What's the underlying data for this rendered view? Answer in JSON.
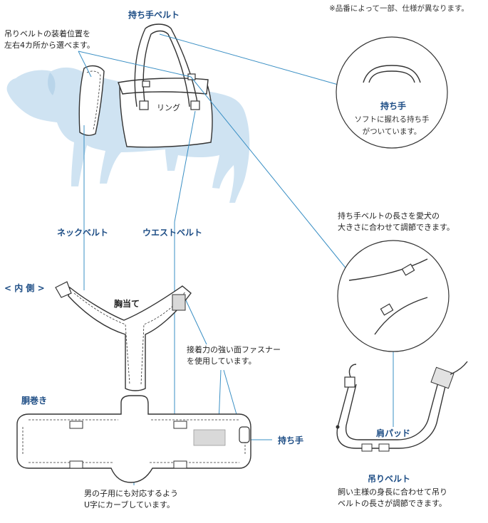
{
  "note": "※品番によって一部、仕様が異なります。",
  "labels": {
    "handle_belt": "持ち手ベルト",
    "hanging_belt_pos_line1": "吊りベルトの装着位置を",
    "hanging_belt_pos_line2": "左右4カ所から選べます。",
    "ring": "リング",
    "neck_belt": "ネックベルト",
    "waist_belt": "ウエストベルト",
    "inner_side": "< 内 側 >",
    "chest_pad": "胸当て",
    "velcro_line1": "接着力の強い面ファスナー",
    "velcro_line2": "を使用しています。",
    "body_wrap": "胴巻き",
    "handle_side": "持ち手",
    "u_curve_line1": "男の子用にも対応するよう",
    "u_curve_line2": "U字にカーブしています。"
  },
  "callout_grip": {
    "title": "持ち手",
    "line1": "ソフトに握れる持ち手",
    "line2": "がついています。"
  },
  "callout_length": {
    "line1": "持ち手ベルトの長さを愛犬の",
    "line2": "大きさに合わせて調節できます。"
  },
  "shoulder": {
    "pad": "肩パッド",
    "title": "吊りベルト",
    "line1": "飼い主様の身長に合わせて吊り",
    "line2": "ベルトの長さが調節できます。"
  },
  "colors": {
    "dog": "#cfe3f2",
    "accent": "#1d4d85",
    "line": "#333333",
    "leader": "#3a8fc4"
  }
}
